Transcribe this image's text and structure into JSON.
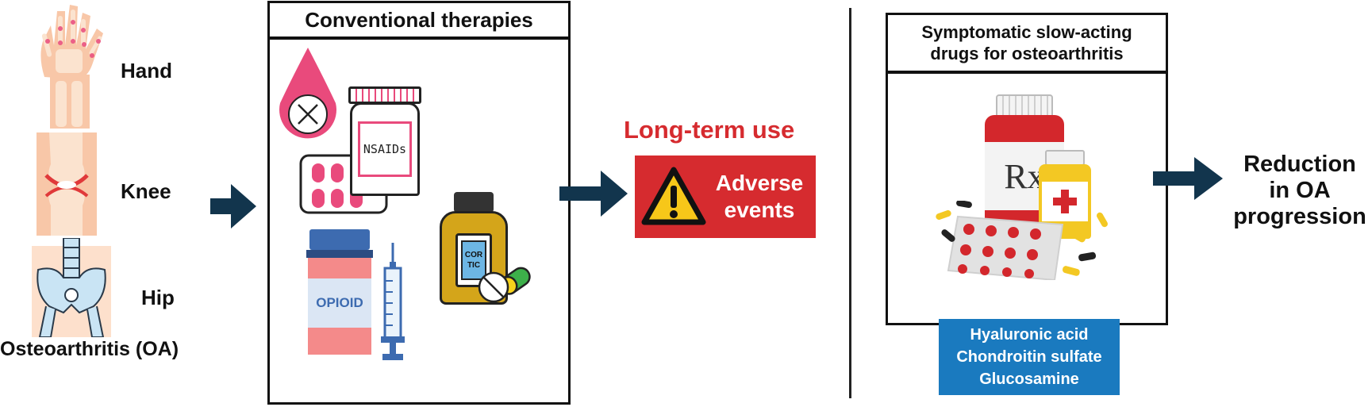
{
  "joints": {
    "hand_label": "Hand",
    "knee_label": "Knee",
    "hip_label": "Hip",
    "caption": "Osteoarthritis (OA)"
  },
  "conventional": {
    "title": "Conventional therapies",
    "nsaids_label": "NSAIDs",
    "cortic_line1": "COR",
    "cortic_line2": "TIC",
    "opioid_label": "OPIOID"
  },
  "adverse": {
    "long_term_label": "Long-term use",
    "line1": "Adverse",
    "line2": "events",
    "color": "#d62b2f"
  },
  "sysadoa": {
    "title_line1": "Symptomatic slow-acting",
    "title_line2": "drugs for osteoarthritis",
    "rx_symbol": "Rx",
    "drugs": [
      "Hyaluronic acid",
      "Chondroitin sulfate",
      "Glucosamine"
    ],
    "drug_box_color": "#1a7abf"
  },
  "outcome": {
    "line1": "Reduction",
    "line2": "in OA",
    "line3": "progression"
  },
  "colors": {
    "arrow": "#12354d",
    "skin": "#f8c7a8",
    "bone": "#fbe3cf",
    "pink": "#e94a7c",
    "bone_blue": "#c9e4f4"
  }
}
